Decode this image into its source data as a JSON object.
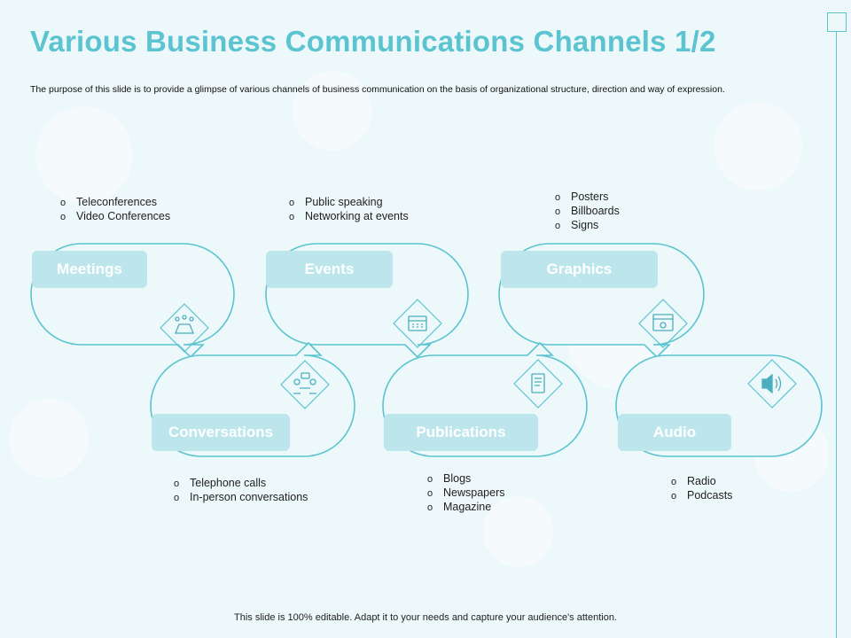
{
  "title": "Various Business Communications Channels 1/2",
  "subtitle": "The purpose of this slide is to provide a glimpse of various channels of business communication on the basis of organizational structure, direction and way of expression.",
  "colors": {
    "accent": "#5bc4d0",
    "pill": "#bde6ec",
    "background": "#edf8fa"
  },
  "channels": [
    {
      "label": "Meetings",
      "icon": "conference-table-icon",
      "items": [
        "Teleconferences",
        "Video Conferences"
      ]
    },
    {
      "label": "Conversations",
      "icon": "conversation-people-icon",
      "items": [
        "Telephone calls",
        "In-person conversations"
      ]
    },
    {
      "label": "Events",
      "icon": "calendar-icon",
      "items": [
        "Public speaking",
        "Networking at events"
      ]
    },
    {
      "label": "Publications",
      "icon": "document-icon",
      "items": [
        "Blogs",
        "Newspapers",
        "Magazine"
      ]
    },
    {
      "label": "Graphics",
      "icon": "graphics-window-icon",
      "items": [
        "Posters",
        "Billboards",
        "Signs"
      ]
    },
    {
      "label": "Audio",
      "icon": "speaker-icon",
      "items": [
        "Radio",
        "Podcasts"
      ]
    }
  ],
  "footer": "This slide is 100% editable. Adapt it to your needs and capture your audience's attention."
}
